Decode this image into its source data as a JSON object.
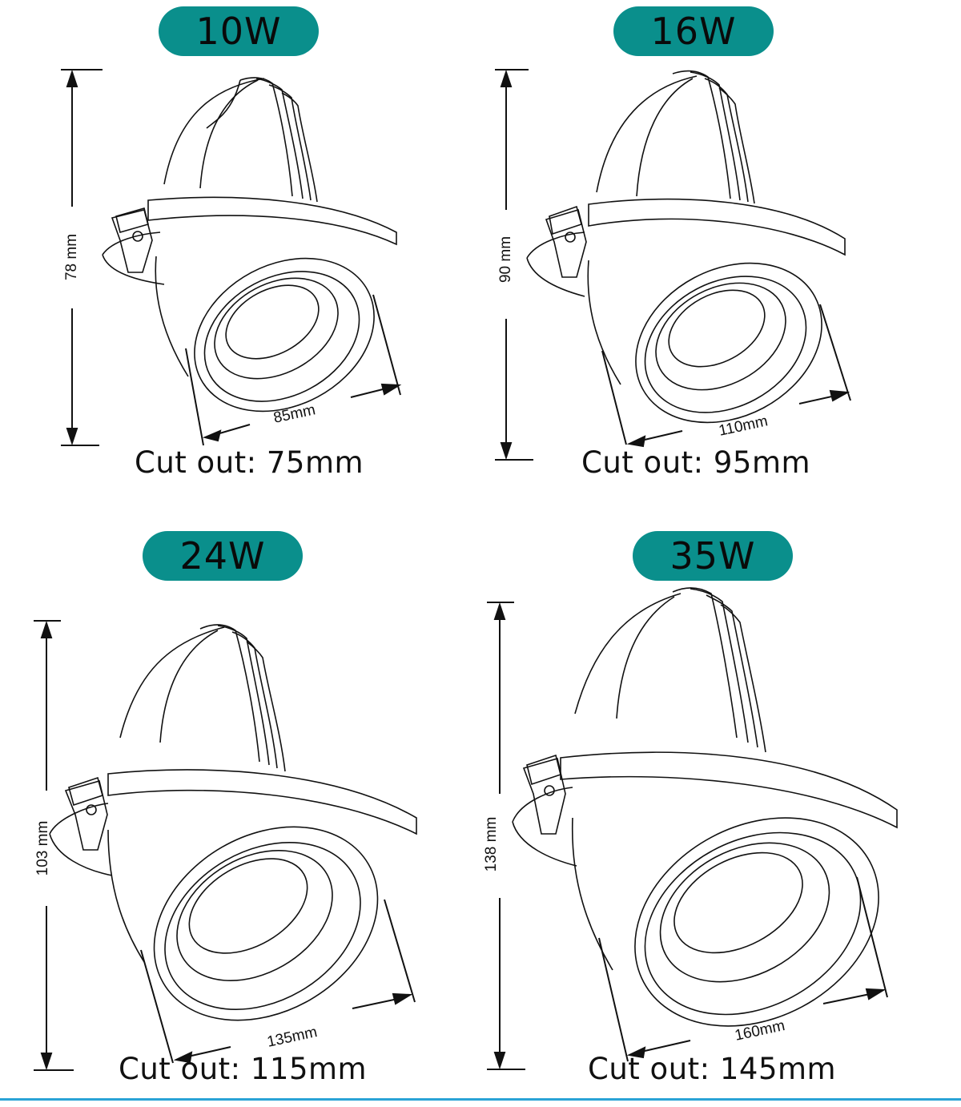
{
  "colors": {
    "badge": "#0a8f8c",
    "line": "#111111",
    "accent_rule": "#2aa3d6"
  },
  "panels": [
    {
      "wattage": "10W",
      "height_label": "78 mm",
      "diameter_label": "85mm",
      "cutout_label": "Cut out: 75mm"
    },
    {
      "wattage": "16W",
      "height_label": "90 mm",
      "diameter_label": "110mm",
      "cutout_label": "Cut out: 95mm"
    },
    {
      "wattage": "24W",
      "height_label": "103 mm",
      "diameter_label": "135mm",
      "cutout_label": "Cut out: 115mm"
    },
    {
      "wattage": "35W",
      "height_label": "138 mm",
      "diameter_label": "160mm",
      "cutout_label": "Cut out: 145mm"
    }
  ]
}
